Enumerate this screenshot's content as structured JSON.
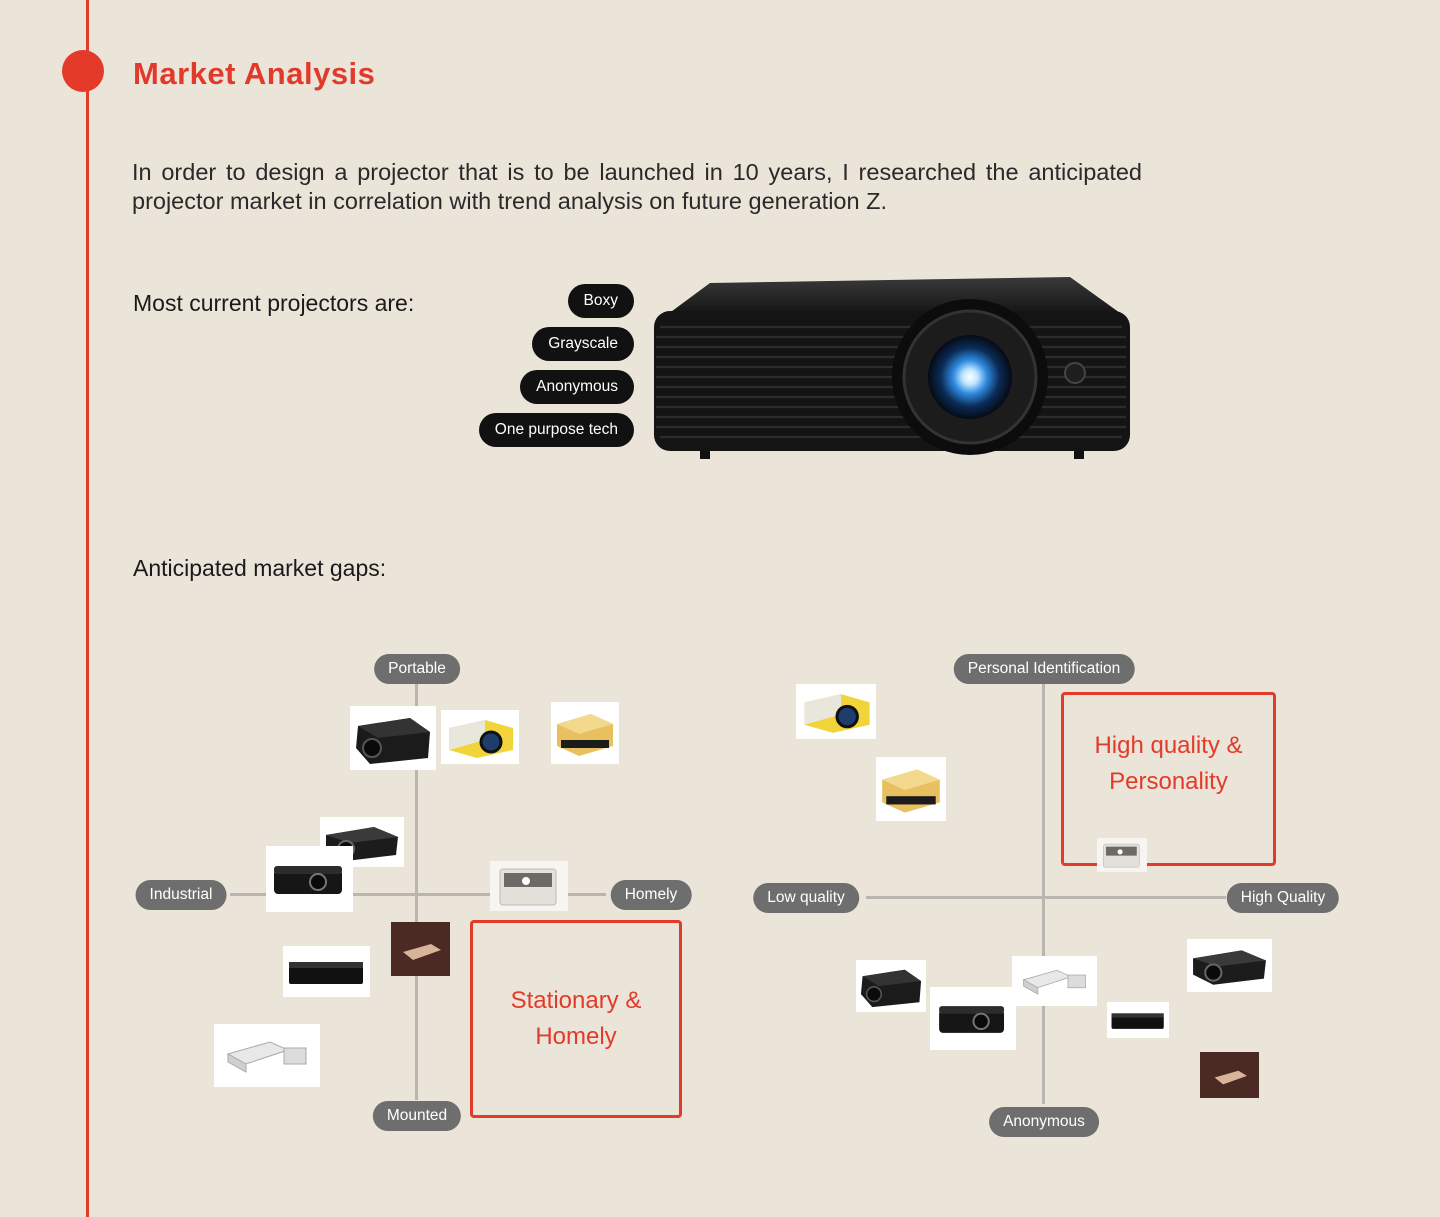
{
  "section": {
    "title": "Market Analysis",
    "intro": "In order to design a projector that is to be launched in 10 years, I researched the anticipated projector market in correlation with trend analysis on future generation Z."
  },
  "current": {
    "heading": "Most current projectors are:",
    "tags": [
      "Boxy",
      "Grayscale",
      "Anonymous",
      "One purpose tech"
    ]
  },
  "gaps": {
    "heading": "Anticipated market gaps:",
    "left_map": {
      "axis_top": "Portable",
      "axis_bottom": "Mounted",
      "axis_left": "Industrial",
      "axis_right": "Homely",
      "highlight": "Stationary &\nHomely"
    },
    "right_map": {
      "axis_top": "Personal Identification",
      "axis_bottom": "Anonymous",
      "axis_left": "Low quality",
      "axis_right": "High Quality",
      "highlight": "High quality &\nPersonality"
    }
  },
  "colors": {
    "accent": "#e23b2a",
    "background": "#ebe4d9",
    "tag": "#111111",
    "pill": "#6e6e6e",
    "axis": "#b9b6b1"
  }
}
